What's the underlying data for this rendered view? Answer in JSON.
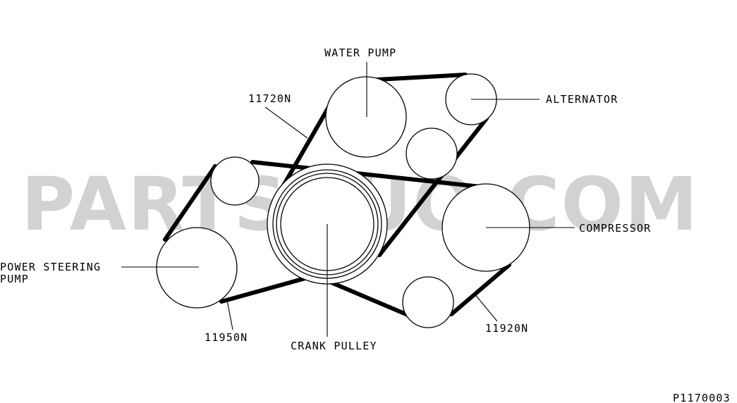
{
  "watermark": "PARTSOUQ.COM",
  "labels": {
    "water_pump": "WATER PUMP",
    "alternator": "ALTERNATOR",
    "compressor": "COMPRESSOR",
    "power_steering_line1": "POWER STEERING",
    "power_steering_line2": "PUMP",
    "crank_pulley": "CRANK PULLEY"
  },
  "part_numbers": {
    "upper_belt": "11720N",
    "ps_belt": "11950N",
    "ac_belt": "11920N"
  },
  "figure_code": "P1170003",
  "colors": {
    "line": "#000000",
    "watermark": "#d2d2d2",
    "background": "#ffffff"
  }
}
